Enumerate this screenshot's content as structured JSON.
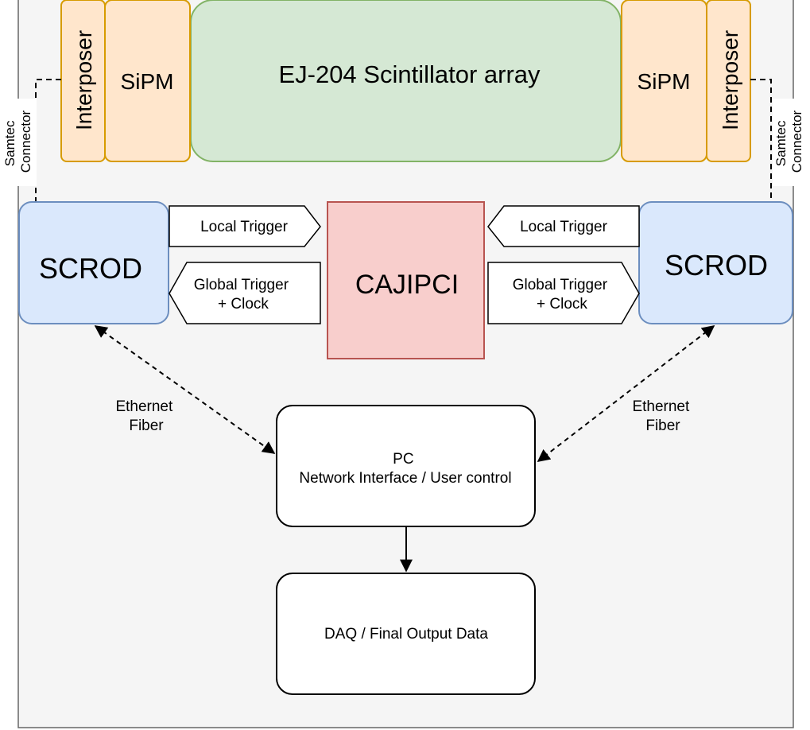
{
  "scintillator": {
    "label": "EJ-204 Scintillator array"
  },
  "left": {
    "interposer": "Interposer",
    "sipm": "SiPM",
    "connector": [
      "Samtec",
      "Connector"
    ],
    "scrod": "SCROD",
    "local_trigger": "Local Trigger",
    "global_trigger": [
      "Global Trigger",
      "+ Clock"
    ],
    "link": [
      "Ethernet",
      "Fiber"
    ]
  },
  "right": {
    "interposer": "Interposer",
    "sipm": "SiPM",
    "connector": [
      "Samtec",
      "Connector"
    ],
    "scrod": "SCROD",
    "local_trigger": "Local Trigger",
    "global_trigger": [
      "Global Trigger",
      "+ Clock"
    ],
    "link": [
      "Ethernet",
      "Fiber"
    ]
  },
  "cajipci": {
    "label": "CAJIPCI"
  },
  "pc": {
    "lines": [
      "PC",
      "Network Interface / User control"
    ]
  },
  "daq": {
    "label": "DAQ / Final Output Data"
  },
  "colors": {
    "frame_bg": "#f5f5f5",
    "frame_stroke": "#666666",
    "orange_fill": "#ffe6cc",
    "orange_stroke": "#d79b00",
    "green_fill": "#d5e8d4",
    "green_stroke": "#82b366",
    "blue_fill": "#dae8fc",
    "blue_stroke": "#6c8ebf",
    "red_fill": "#f8cecc",
    "red_stroke": "#b85450"
  }
}
